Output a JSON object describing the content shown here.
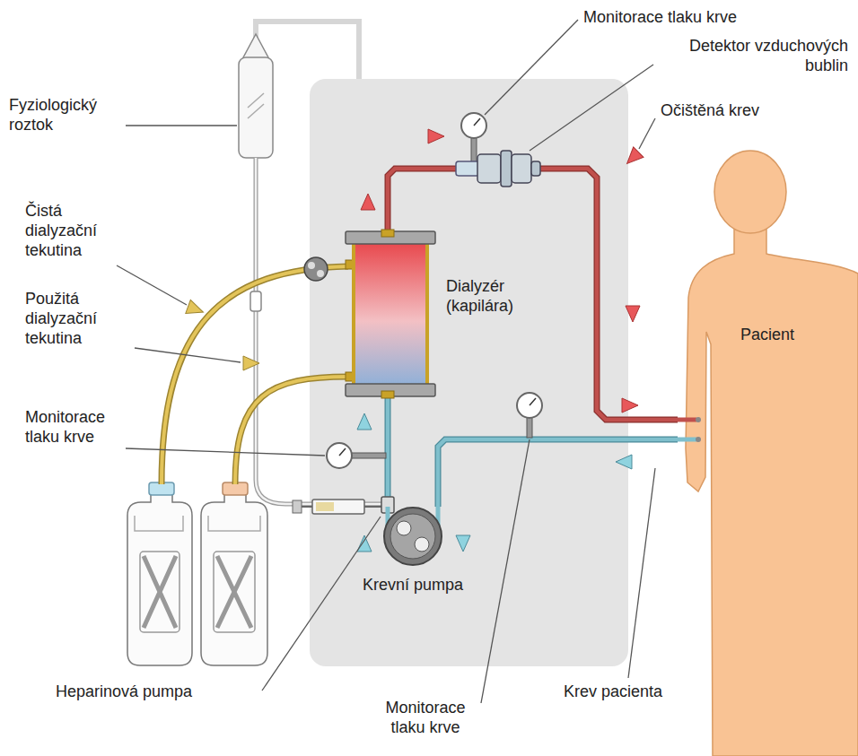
{
  "diagram": {
    "nodes": [
      {
        "text": [
          "Dialyzér (kapilára)"
        ]
      },
      {
        "text": [
          "Krevní pumpa"
        ]
      },
      {
        "text": [
          "Pacient"
        ]
      }
    ],
    "edges": [
      {
        "from": 2,
        "to": 1,
        "arrow": "none"
      },
      {
        "from": 1,
        "to": 0,
        "arrow": "none"
      },
      {
        "from": 0,
        "to": 2,
        "arrow": "none"
      }
    ],
    "labels": [
      "Monitorace tlaku krve",
      "Detektor vzduchových bublin",
      "Očištěná krev",
      "Fyziologický roztok",
      "Čistá dialyzační tekutina",
      "Použitá dialyzační tekutina",
      "Monitorace tlaku krve",
      "Heparinová pumpa",
      "Monitorace tlaku krve",
      "Krev pacienta"
    ]
  }
}
